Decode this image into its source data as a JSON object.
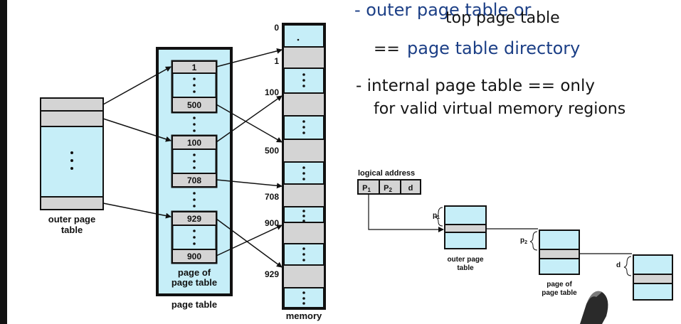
{
  "colors": {
    "cyan": "#c6eef8",
    "gray": "#d4d4d4",
    "ink": "#111111",
    "note_black": "#151515",
    "note_blue": "#1c3f86"
  },
  "outer_table": {
    "label_line1": "outer page",
    "label_line2": "table"
  },
  "page_of_page_table": {
    "label_line1": "page of",
    "label_line2": "page table"
  },
  "page_table": {
    "label": "page table",
    "group1": {
      "first": "1",
      "last": "500"
    },
    "group2": {
      "first": "100",
      "last": "708"
    },
    "group3": {
      "first": "929",
      "last": "900"
    }
  },
  "memory": {
    "label": "memory",
    "addresses": [
      "0",
      "1",
      "100",
      "500",
      "708",
      "900",
      "929"
    ]
  },
  "notes": {
    "line1": "- outer page table  or",
    "line2": "top page table",
    "line3_prefix": "==",
    "line3_term": "page table directory",
    "line4": "- internal page table == only",
    "line5": "for valid virtual memory regions"
  },
  "addr_diagram": {
    "title": "logical address",
    "fields": [
      "P",
      "P",
      "d"
    ],
    "field_subscripts": [
      "1",
      "2",
      ""
    ],
    "p1": "p",
    "p1_sub": "1",
    "p2": "p",
    "p2_sub": "2",
    "d": "d",
    "outer_label_line1": "outer page",
    "outer_label_line2": "table",
    "page_label_line1": "page of",
    "page_label_line2": "page table"
  }
}
